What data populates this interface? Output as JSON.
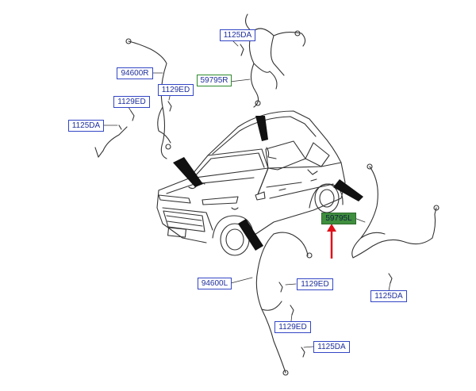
{
  "parts": {
    "p1125da_top": "1125DA",
    "p59795r": "59795R",
    "p94600r": "94600R",
    "p1129ed_left": "1129ED",
    "p1129ed_mid": "1129ED",
    "p1125da_left": "1125DA",
    "p59795l": "59795L",
    "p1125da_right": "1125DA",
    "p94600l": "94600L",
    "p1129ed_bottom1": "1129ED",
    "p1129ed_bottom2": "1129ED",
    "p1125da_bottom": "1125DA"
  },
  "colors": {
    "label_text": "#1f2f9c",
    "label_border": "#3346c4",
    "highlight_fill": "#3e8e3e",
    "pointer_arrow": "#e0101a",
    "line_art": "#333333"
  }
}
